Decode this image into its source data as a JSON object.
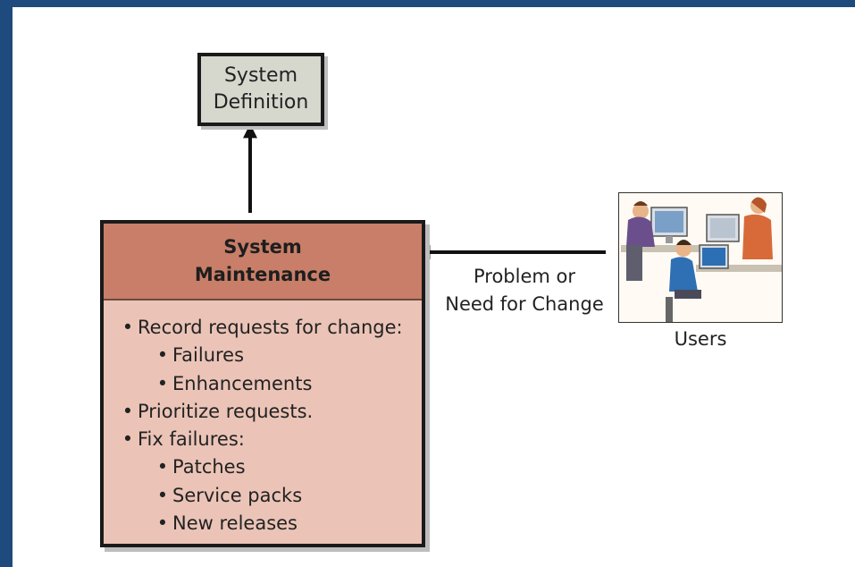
{
  "definition_box": {
    "line1": "System",
    "line2": "Definition"
  },
  "maintenance_box": {
    "title_line1": "System",
    "title_line2": "Maintenance",
    "bullet": "•",
    "items": [
      {
        "text": "Record requests for change:",
        "level": 1
      },
      {
        "text": "Failures",
        "level": 2
      },
      {
        "text": "Enhancements",
        "level": 2
      },
      {
        "text": "Prioritize requests.",
        "level": 1
      },
      {
        "text": "Fix failures:",
        "level": 1
      },
      {
        "text": "Patches",
        "level": 2
      },
      {
        "text": "Service packs",
        "level": 2
      },
      {
        "text": "New releases",
        "level": 2
      }
    ]
  },
  "edge_label": {
    "line1": "Problem or",
    "line2": "Need for Change"
  },
  "users": {
    "label": "Users",
    "image_icon": "users-at-computers-illustration"
  },
  "colors": {
    "slide_border": "#1f4a7e",
    "definition_fill": "#d6d7cd",
    "maintenance_header": "#c87e68",
    "maintenance_body": "#ebc4b7"
  }
}
